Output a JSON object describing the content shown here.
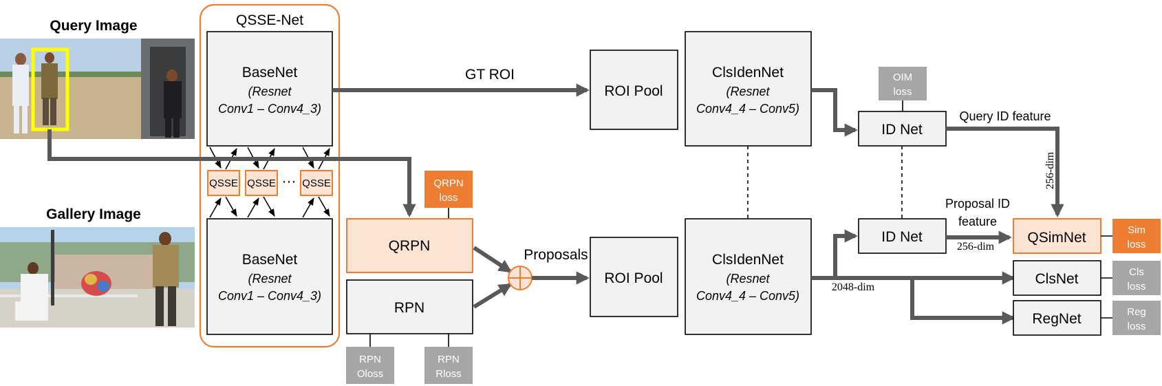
{
  "images": {
    "query_title": "Query Image",
    "gallery_title": "Gallery Image"
  },
  "qsse_net": {
    "title": "QSSE-Net",
    "basenet_top": {
      "name": "BaseNet",
      "sub1": "(Resnet",
      "sub2": "Conv1 – Conv4_3)"
    },
    "basenet_bottom": {
      "name": "BaseNet",
      "sub1": "(Resnet",
      "sub2": "Conv1 – Conv4_3)"
    },
    "qsse_modules": [
      "QSSE",
      "QSSE",
      "QSSE"
    ],
    "ellipsis": "···"
  },
  "labels": {
    "gt_roi": "GT ROI",
    "proposals": "Proposals",
    "query_id_feature": "Query ID feature",
    "proposal_id_feature_1": "Proposal ID",
    "proposal_id_feature_2": "feature",
    "dim_256_vertical": "256-dim",
    "dim_256": "256-dim",
    "dim_2048": "2048-dim"
  },
  "blocks": {
    "qrpn": "QRPN",
    "rpn": "RPN",
    "roi_pool_top": "ROI Pool",
    "roi_pool_bottom": "ROI Pool",
    "clsiden_top": {
      "name": "ClsIdenNet",
      "sub1": "(Resnet",
      "sub2": "Conv4_4 – Conv5)"
    },
    "clsiden_bottom": {
      "name": "ClsIdenNet",
      "sub1": "(Resnet",
      "sub2": "Conv4_4 – Conv5)"
    },
    "idnet_top": "ID Net",
    "idnet_bottom": "ID Net",
    "qsimnet": "QSimNet",
    "clsnet": "ClsNet",
    "regnet": "RegNet"
  },
  "losses": {
    "qrpn_loss": [
      "QRPN",
      "loss"
    ],
    "oim_loss": [
      "OIM",
      "loss"
    ],
    "rpn_oloss": [
      "RPN",
      "Oloss"
    ],
    "rpn_rloss": [
      "RPN",
      "Rloss"
    ],
    "sim_loss": [
      "Sim",
      "loss"
    ],
    "cls_loss": [
      "Cls",
      "loss"
    ],
    "reg_loss": [
      "Reg",
      "loss"
    ]
  },
  "colors": {
    "accent_orange": "#ed7d31",
    "peach_fill": "#fce4d4",
    "loss_grey": "#a6a6a6",
    "box_fill": "#f2f2f2",
    "arrow_grey": "#595959",
    "query_box_yellow": "#ffff00"
  }
}
